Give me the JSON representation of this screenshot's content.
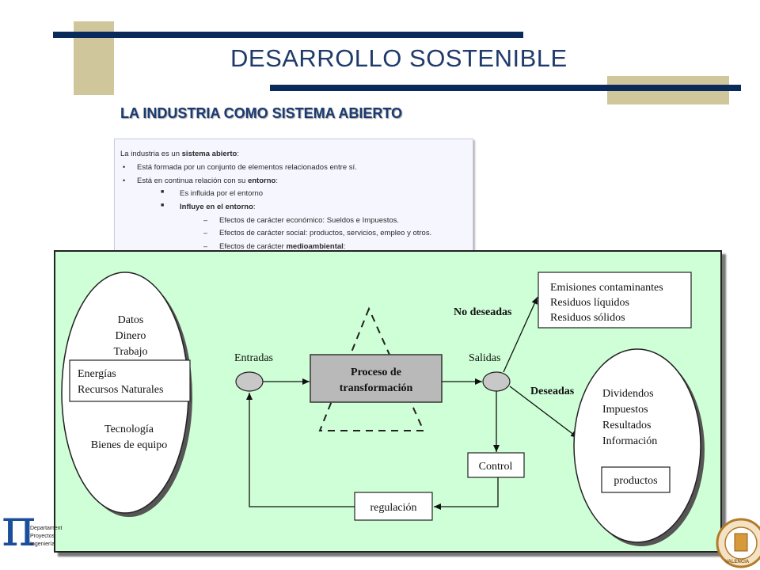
{
  "header": {
    "title": "DESARROLLO SOSTENIBLE",
    "subtitle": "LA INDUSTRIA COMO SISTEMA ABIERTO",
    "colors": {
      "navy": "#0b2a5c",
      "khaki": "#cfc69b",
      "title_text": "#1f3a6b"
    }
  },
  "textbox": {
    "intro_prefix": "La industria es un ",
    "intro_bold": "sistema abierto",
    "intro_suffix": ":",
    "bullet1": "Está formada por un conjunto de elementos relacionados entre sí.",
    "bullet2_prefix": "Está en continua relación con su ",
    "bullet2_bold": "entorno",
    "bullet2_suffix": ":",
    "sub1": "Es influida por el entorno",
    "sub2_bold": "Influye en el entorno",
    "sub2_suffix": ":",
    "effect1": "Efectos de carácter económico: Sueldos e Impuestos.",
    "effect2": "Efectos de carácter social: productos, servicios, empleo y otros.",
    "effect3_prefix": "Efectos de carácter ",
    "effect3_bold": "medioambiental",
    "effect3_suffix": ":"
  },
  "diagram": {
    "left_ellipse": {
      "line1": "Datos",
      "line2": "Dinero",
      "line3": "Trabajo",
      "box_line1": "Energías",
      "box_line2": "Recursos Naturales",
      "line4": "Tecnología",
      "line5": "Bienes de equipo"
    },
    "entradas": "Entradas",
    "process_line1": "Proceso de",
    "process_line2": "transformación",
    "salidas": "Salidas",
    "no_deseadas": "No deseadas",
    "deseadas": "Deseadas",
    "undesired_outputs": [
      "Emisiones contaminantes",
      "Residuos líquidos",
      "Residuos sólidos"
    ],
    "right_ellipse": [
      "Dividendos",
      "Impuestos",
      "Resultados",
      "Información"
    ],
    "productos": "productos",
    "control": "Control",
    "regulacion": "regulación",
    "background_color": "#cfffd6"
  },
  "logos": {
    "left_letters": "π",
    "left_text": [
      "Departament",
      "Proyectos",
      "Ingeniería"
    ],
    "right_text": "VALENCIA"
  }
}
